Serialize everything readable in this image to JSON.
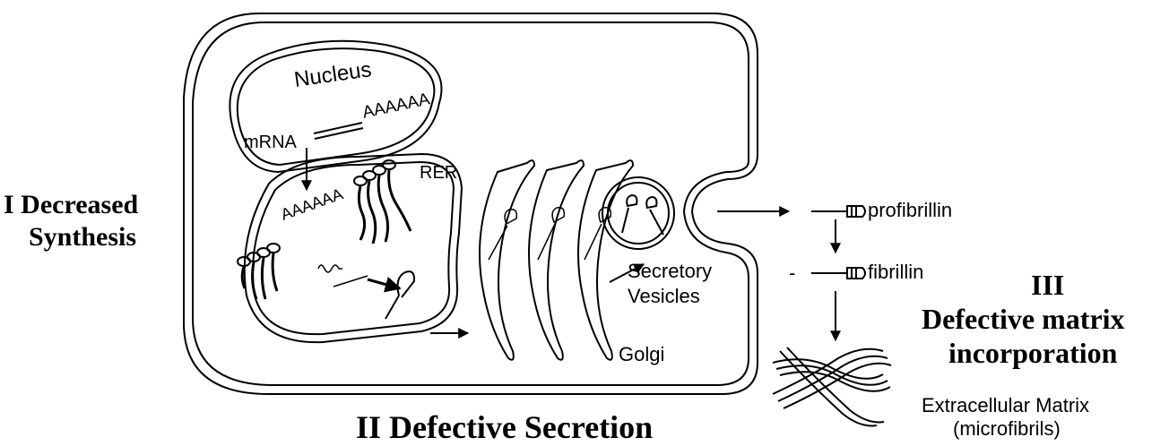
{
  "labels": {
    "nucleus": "Nucleus",
    "mrna": "mRNA",
    "polya_nucleus": "AAAAAA",
    "polya_rer": "AAAAAA",
    "rer": "RER",
    "golgi": "Golgi",
    "secretory_line1": "Secretory",
    "secretory_line2": "Vesicles",
    "profibrillin": "profibrillin",
    "fibrillin": "fibrillin",
    "ecm_line1": "Extracellular Matrix",
    "ecm_line2": "(microfibrils)",
    "dash": "-"
  },
  "stages": {
    "stage1_line1": "I Decreased",
    "stage1_line2": "Synthesis",
    "stage2": "II Defective Secretion",
    "stage3_line1": "III",
    "stage3_line2": "Defective matrix",
    "stage3_line3": "incorporation"
  }
}
